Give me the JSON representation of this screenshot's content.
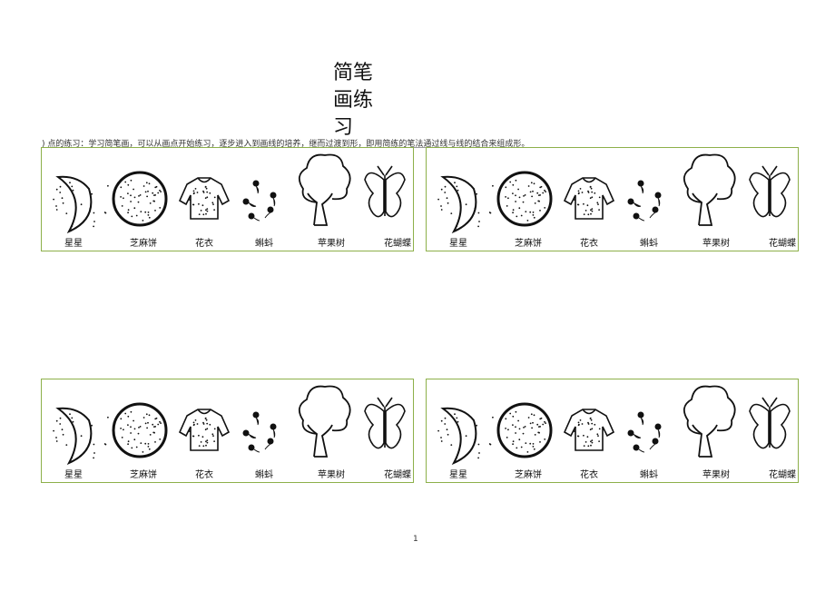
{
  "title": "简笔画练习",
  "intro": ") 点的练习：学习简笔画，可以从画点开始练习，逐步进入到画线的培养，继而过渡到形，即用简练的笔法通过线与线的结合来组成形。",
  "panel_labels": [
    "星星",
    "芝麻饼",
    "花衣",
    "蝌蚪",
    "苹果树",
    "花蝴蝶"
  ],
  "border_color": "#8db04a",
  "page_number": "1"
}
